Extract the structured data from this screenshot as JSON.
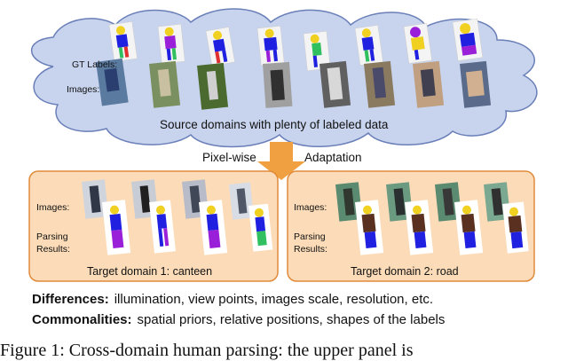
{
  "source": {
    "gt_label": "GT Labels:",
    "images_label": "Images:",
    "caption": "Source domains with plenty of labeled data"
  },
  "arrow": {
    "left_text": "Pixel-wise",
    "right_text": "Adaptation",
    "color": "#f0a040"
  },
  "target1": {
    "images_label": "Images:",
    "parsing_label_1": "Parsing",
    "parsing_label_2": "Results:",
    "caption": "Target domain 1: canteen"
  },
  "target2": {
    "images_label": "Images:",
    "parsing_label_1": "Parsing",
    "parsing_label_2": "Results:",
    "caption": "Target domain 2: road"
  },
  "differences": {
    "label": "Differences:",
    "text": "illumination, view points, images scale, resolution, etc."
  },
  "commonalities": {
    "label": "Commonalities:",
    "text": "spatial priors, relative positions, shapes of the labels"
  },
  "figure_caption": "Figure 1: Cross-domain human parsing: the upper panel is",
  "colors": {
    "cloud_fill": "#c8d4ee",
    "cloud_stroke": "#6a7fb8",
    "panel_fill": "#fcdcb8",
    "panel_stroke": "#e08a3a",
    "label_blue": "#2020e0",
    "label_purple": "#9a1fd8",
    "label_yellow": "#f0d020",
    "label_green": "#30c060",
    "label_red": "#e03030",
    "label_brown": "#5a3020"
  }
}
